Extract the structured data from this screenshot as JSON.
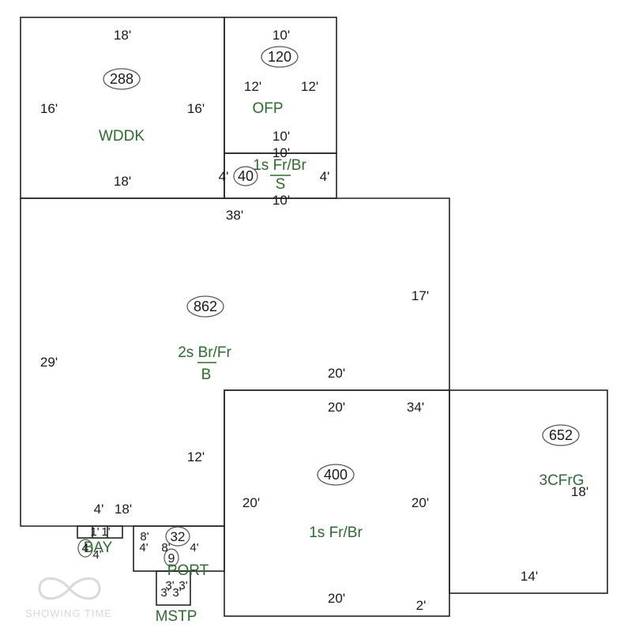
{
  "rooms": {
    "wddk": {
      "label": "WDDK",
      "area": "288",
      "dims": [
        "18'",
        "16'",
        "16'",
        "18'"
      ]
    },
    "ofp": {
      "label": "OFP",
      "area": "120",
      "dims": [
        "10'",
        "12'",
        "12'",
        "10'"
      ]
    },
    "s1": {
      "label_top": "1s Fr/Br",
      "label_bottom": "S",
      "area": "40",
      "dims": [
        "10'",
        "4'",
        "4'",
        "10'"
      ]
    },
    "main": {
      "label_top": "2s Br/Fr",
      "label_bottom": "B",
      "area": "862",
      "dims": [
        "38'",
        "17'",
        "29'",
        "20'",
        "12'",
        "4'",
        "18'"
      ]
    },
    "fr": {
      "label": "1s Fr/Br",
      "area": "400",
      "dims": [
        "20'",
        "20'",
        "20'",
        "20'"
      ]
    },
    "garage": {
      "label": "3CFrG",
      "area": "652",
      "dims": [
        "34'",
        "18'",
        "14'",
        "2'"
      ]
    },
    "bay": {
      "label": "BAY",
      "area": "4",
      "dims": [
        "1'",
        "1'",
        "4'"
      ]
    },
    "port": {
      "label": "PORT",
      "area": "32",
      "dims": [
        "8'",
        "4'",
        "8'",
        "4'"
      ]
    },
    "mstp": {
      "label": "MSTP",
      "area": "9",
      "dims": [
        "3'",
        "3'",
        "3'",
        "3'"
      ]
    }
  },
  "colors": {
    "label_green": "#2e6b2e",
    "line": "#222222"
  },
  "watermark": {
    "icon": "infinity-logo-icon",
    "text": "SHOWING TIME"
  }
}
